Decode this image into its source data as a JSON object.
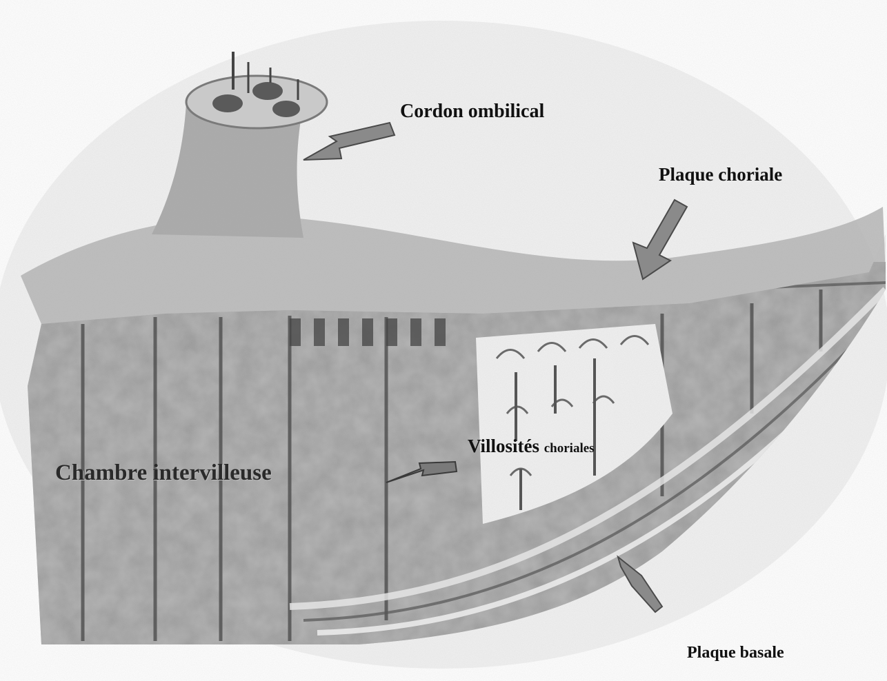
{
  "labels": {
    "cordon": "Cordon ombilical",
    "plaque_choriale": "Plaque choriale",
    "villosites_word": "Villosités",
    "villosites_small": "choriales",
    "chambre": "Chambre intervilleuse",
    "plaque_basale": "Plaque basale"
  },
  "colors": {
    "arrow": "#8a8a8a",
    "tissue": "#9a9a9a",
    "text": "#111111"
  }
}
